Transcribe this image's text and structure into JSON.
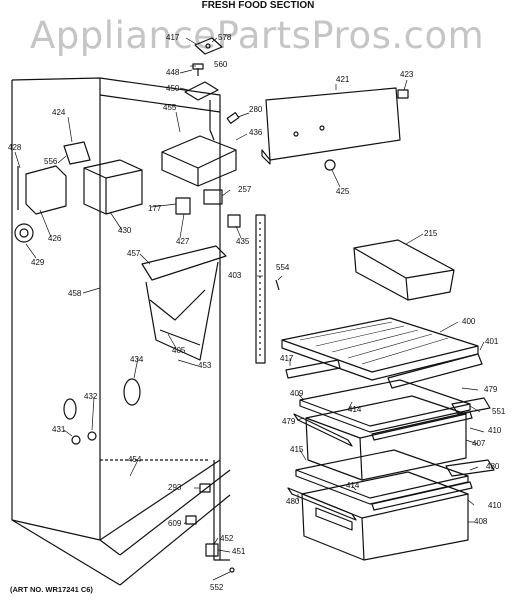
{
  "title": "FRESH FOOD SECTION",
  "watermark": "AppliancePartsPros.com",
  "art_number": "(ART NO. WR17241 C6)",
  "callouts": {
    "p417a": "417",
    "p578": "578",
    "p560": "560",
    "p448": "448",
    "p450": "450",
    "p421": "421",
    "p423": "423",
    "p280": "280",
    "p424": "424",
    "p455": "455",
    "p436": "436",
    "p428": "428",
    "p556": "556",
    "p425": "425",
    "p257": "257",
    "p177": "177",
    "p426": "426",
    "p430": "430",
    "p427": "427",
    "p435": "435",
    "p215": "215",
    "p429": "429",
    "p457": "457",
    "p403": "403",
    "p554": "554",
    "p458": "458",
    "p400": "400",
    "p401": "401",
    "p405": "405",
    "p417b": "417",
    "p453": "453",
    "p434": "434",
    "p479a": "479",
    "p409": "409",
    "p414a": "414",
    "p551": "551",
    "p432": "432",
    "p479b": "479",
    "p410a": "410",
    "p431": "431",
    "p407": "407",
    "p415": "415",
    "p454": "454",
    "p480a": "480",
    "p414b": "414",
    "p293": "293",
    "p480b": "480",
    "p410b": "410",
    "p609": "609",
    "p408": "408",
    "p452": "452",
    "p451": "451",
    "p552": "552"
  }
}
